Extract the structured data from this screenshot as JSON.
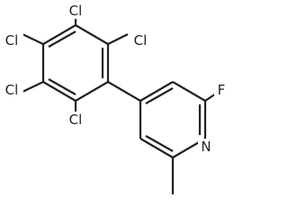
{
  "molecule": {
    "atoms": [
      {
        "id": "cl_top",
        "label": "Cl"
      },
      {
        "id": "cl_upper_left",
        "label": "Cl"
      },
      {
        "id": "cl_upper_right",
        "label": "Cl"
      },
      {
        "id": "cl_lower_left",
        "label": "Cl"
      },
      {
        "id": "cl_bottom",
        "label": "Cl"
      },
      {
        "id": "fluorine",
        "label": "F"
      },
      {
        "id": "nitrogen",
        "label": "N"
      }
    ]
  },
  "colors": {
    "bond": "#222222",
    "label": "#222222",
    "background": "#ffffff"
  }
}
